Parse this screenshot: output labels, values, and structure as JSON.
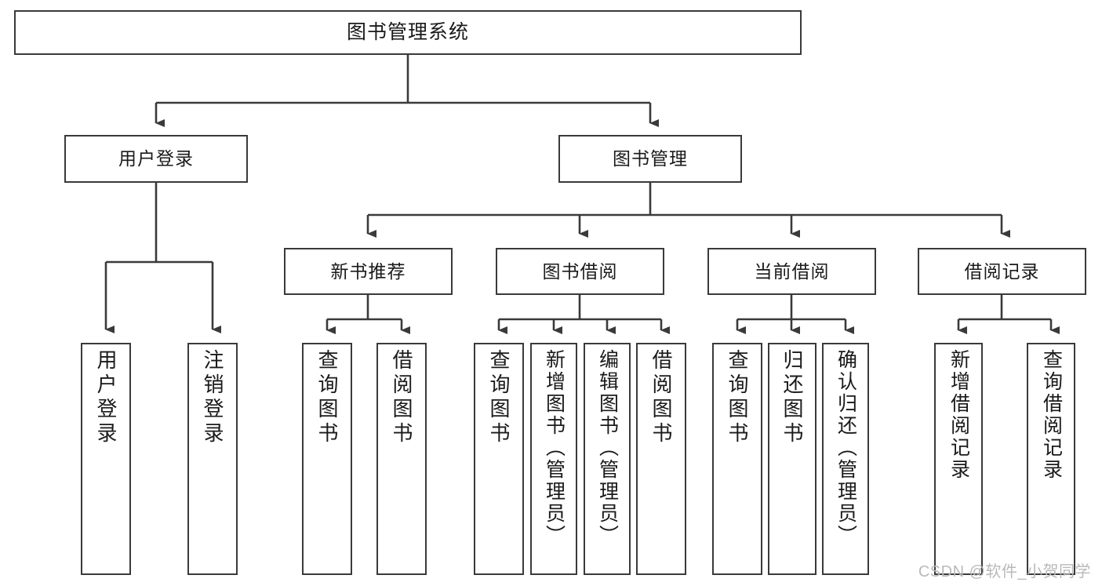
{
  "diagram": {
    "type": "tree",
    "title": "图书管理系统",
    "watermark": "CSDN @软件_小贺同学",
    "colors": {
      "box_border": "#3a3a3a",
      "box_fill": "#ffffff",
      "connector": "#3a3a3a",
      "text": "#1a1a1a",
      "watermark": "#b9b9b9",
      "background": "#ffffff"
    },
    "root": {
      "label": "图书管理系统"
    },
    "level2": [
      {
        "label": "用户登录"
      },
      {
        "label": "图书管理"
      }
    ],
    "level3": [
      {
        "label": "新书推荐"
      },
      {
        "label": "图书借阅"
      },
      {
        "label": "当前借阅"
      },
      {
        "label": "借阅记录"
      }
    ],
    "leaves": {
      "user_login": [
        {
          "label": "用户登录"
        },
        {
          "label": "注销登录"
        }
      ],
      "new_book_recommend": [
        {
          "label": "查询图书"
        },
        {
          "label": "借阅图书"
        }
      ],
      "book_borrow": [
        {
          "label": "查询图书"
        },
        {
          "label": "新增图书（管理员）"
        },
        {
          "label": "编辑图书（管理员）"
        },
        {
          "label": "借阅图书"
        }
      ],
      "current_borrow": [
        {
          "label": "查询图书"
        },
        {
          "label": "归还图书"
        },
        {
          "label": "确认归还（管理员）"
        }
      ],
      "borrow_record": [
        {
          "label": "新增借阅记录"
        },
        {
          "label": "查询借阅记录"
        }
      ]
    }
  }
}
